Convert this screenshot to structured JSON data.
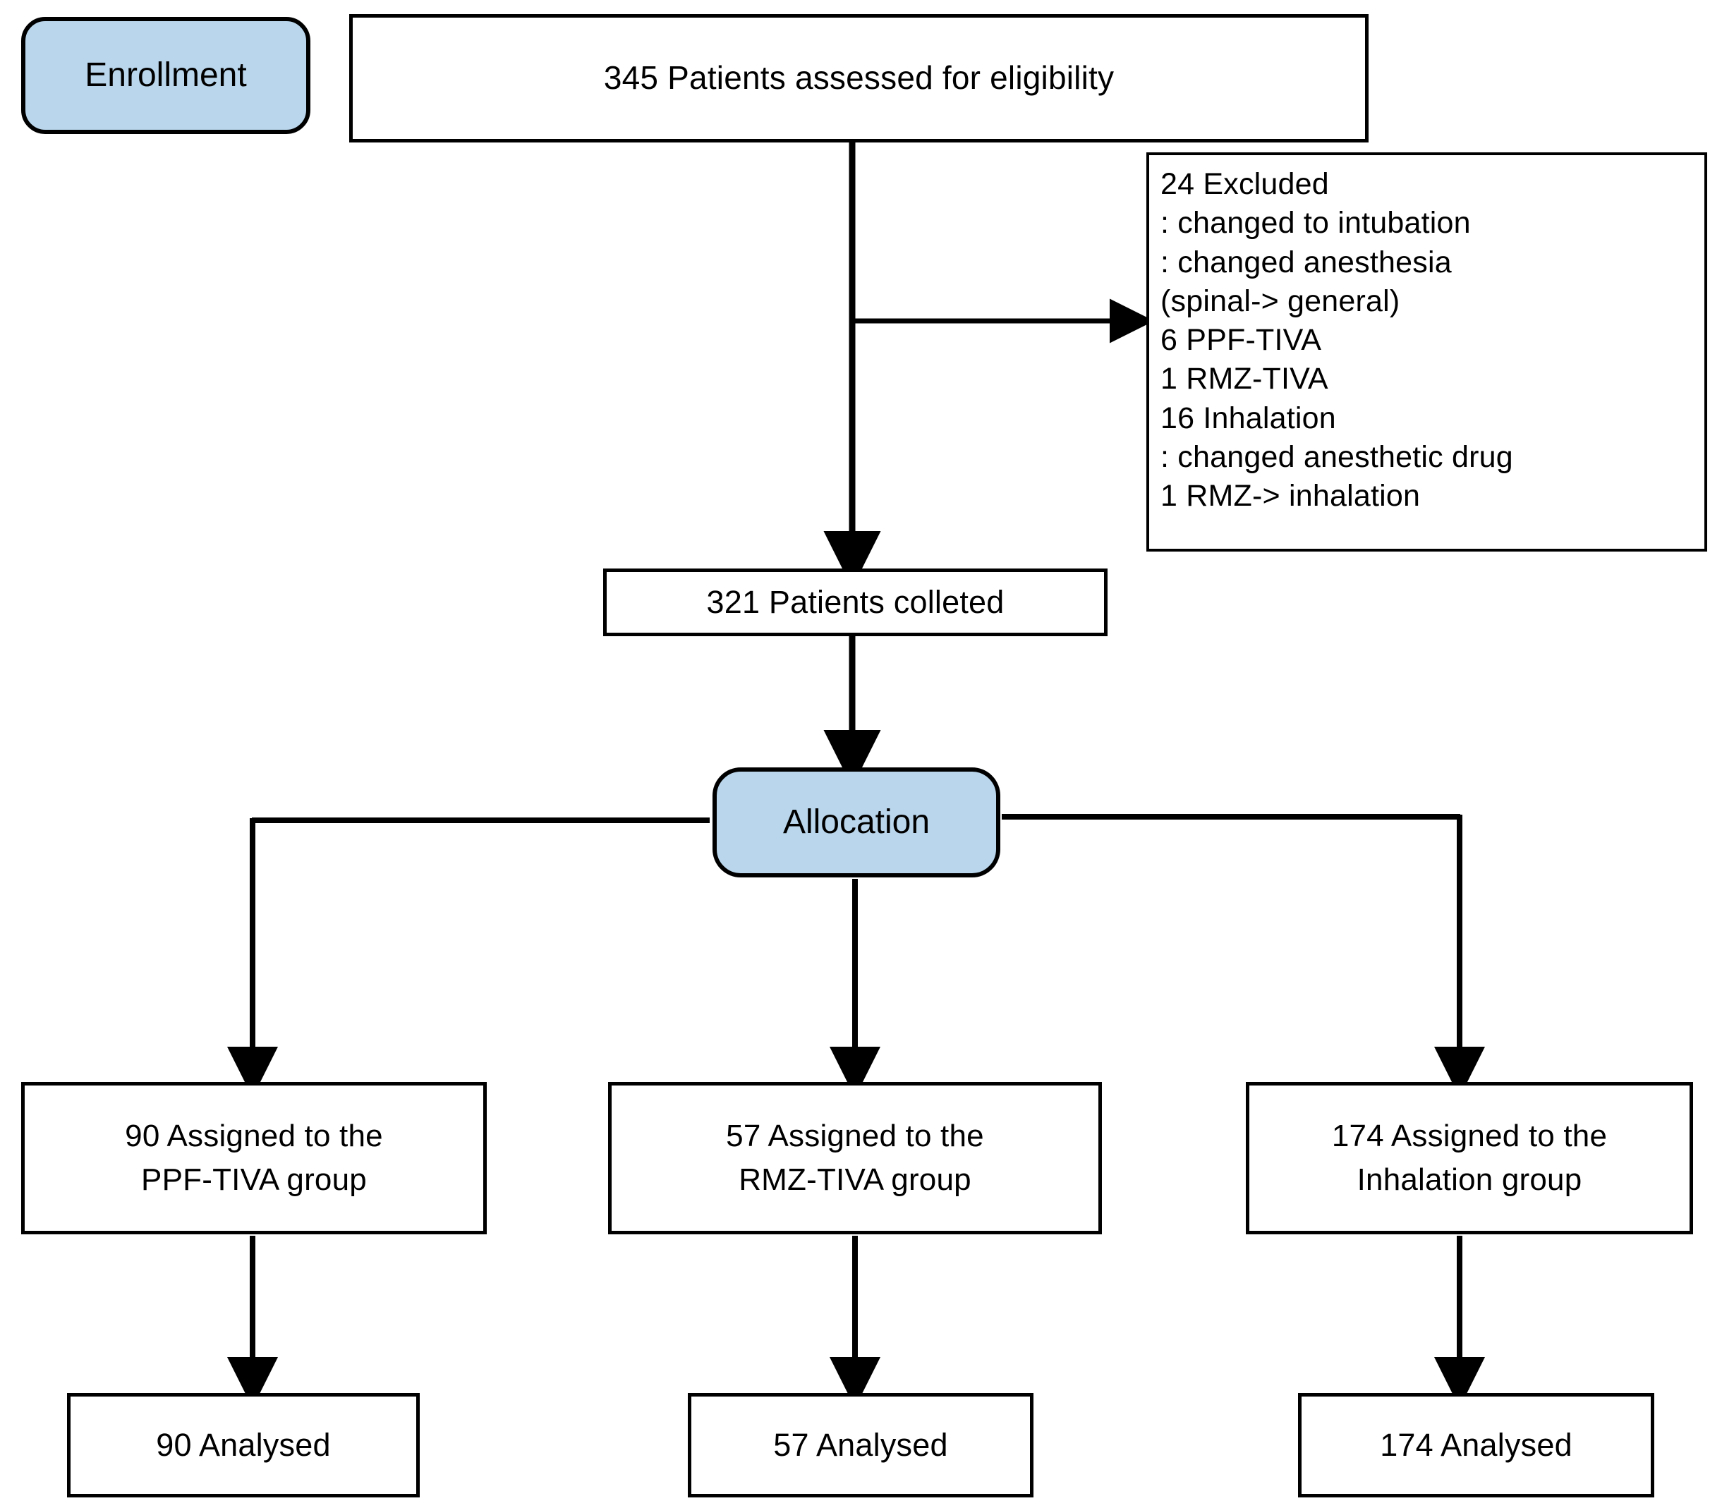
{
  "diagram": {
    "type": "consort-flow-diagram",
    "title": "Patient enrollment and allocation flow",
    "accent_color": "#b9d6ec",
    "line_color": "#000000",
    "background": "#ffffff"
  },
  "stages": {
    "enrollment_label": "Enrollment",
    "allocation_label": "Allocation"
  },
  "nodes": {
    "assessed": "345 Patients assessed for eligibility",
    "excluded": "24 Excluded\n  :  changed to intubation\n  :  changed anesthesia\n   (spinal-> general)\n  6 PPF-TIVA\n  1 RMZ-TIVA\n  16 Inhalation\n: changed anesthetic drug\n1 RMZ-> inhalation",
    "collected": "321 Patients colleted",
    "assigned_ppf": "90 Assigned to the\nPPF-TIVA group",
    "assigned_rmz": "57 Assigned to the\nRMZ-TIVA group",
    "assigned_inhalation": "174 Assigned to the\nInhalation group",
    "analysed_ppf": "90 Analysed",
    "analysed_rmz": "57 Analysed",
    "analysed_inhalation": "174 Analysed"
  },
  "chart_data": {
    "type": "table",
    "title": "CONSORT patient flow",
    "categories": [
      "Assessed for eligibility",
      "Excluded",
      "Collected",
      "PPF-TIVA assigned",
      "RMZ-TIVA assigned",
      "Inhalation assigned",
      "PPF-TIVA analysed",
      "RMZ-TIVA analysed",
      "Inhalation analysed"
    ],
    "values": [
      345,
      24,
      321,
      90,
      57,
      174,
      90,
      57,
      174
    ],
    "exclusion_breakdown": {
      "total": 24,
      "changed_to_intubation_and_anesthesia": [
        "6 PPF-TIVA",
        "1 RMZ-TIVA",
        "16 Inhalation"
      ],
      "changed_anesthetic_drug": [
        "1 RMZ-> inhalation"
      ]
    },
    "xlabel": "",
    "ylabel": "Patients",
    "legend": []
  }
}
